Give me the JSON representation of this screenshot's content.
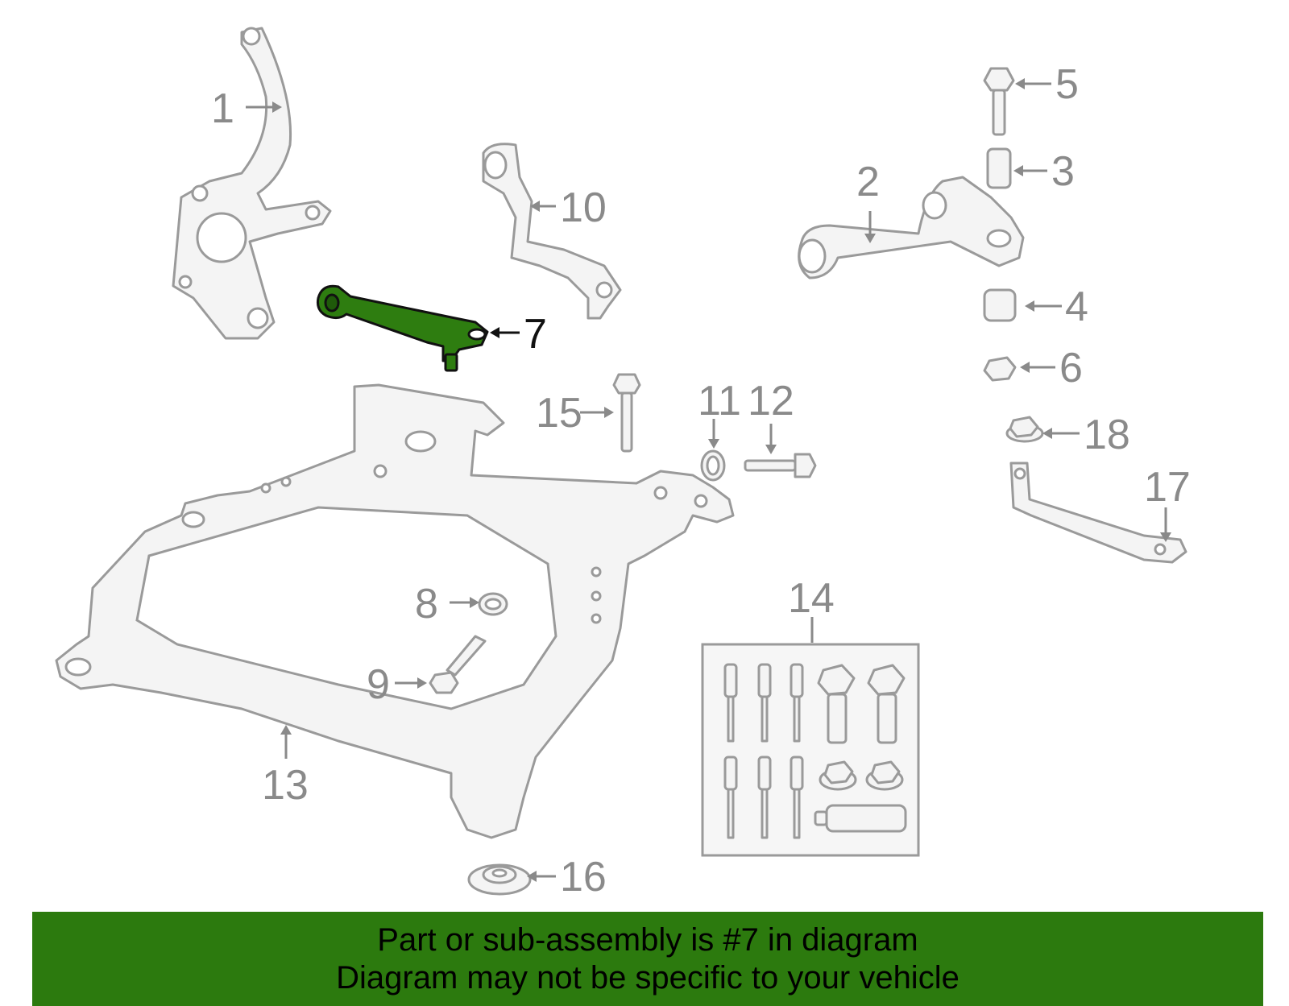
{
  "diagram": {
    "callouts": [
      {
        "id": "1",
        "label": "1"
      },
      {
        "id": "2",
        "label": "2"
      },
      {
        "id": "3",
        "label": "3"
      },
      {
        "id": "4",
        "label": "4"
      },
      {
        "id": "5",
        "label": "5"
      },
      {
        "id": "6",
        "label": "6"
      },
      {
        "id": "7",
        "label": "7",
        "highlighted": true
      },
      {
        "id": "8",
        "label": "8"
      },
      {
        "id": "9",
        "label": "9"
      },
      {
        "id": "10",
        "label": "10"
      },
      {
        "id": "11",
        "label": "11"
      },
      {
        "id": "12",
        "label": "12"
      },
      {
        "id": "13",
        "label": "13"
      },
      {
        "id": "14",
        "label": "14"
      },
      {
        "id": "15",
        "label": "15"
      },
      {
        "id": "16",
        "label": "16"
      },
      {
        "id": "17",
        "label": "17"
      },
      {
        "id": "18",
        "label": "18"
      }
    ],
    "colors": {
      "highlight_part": "#2e7d10",
      "banner": "#2c7a0e",
      "line_art": "#9a9a9a"
    }
  },
  "banner": {
    "line1": "Part or sub-assembly is #7 in diagram",
    "line2": "Diagram may not be specific to your vehicle"
  }
}
